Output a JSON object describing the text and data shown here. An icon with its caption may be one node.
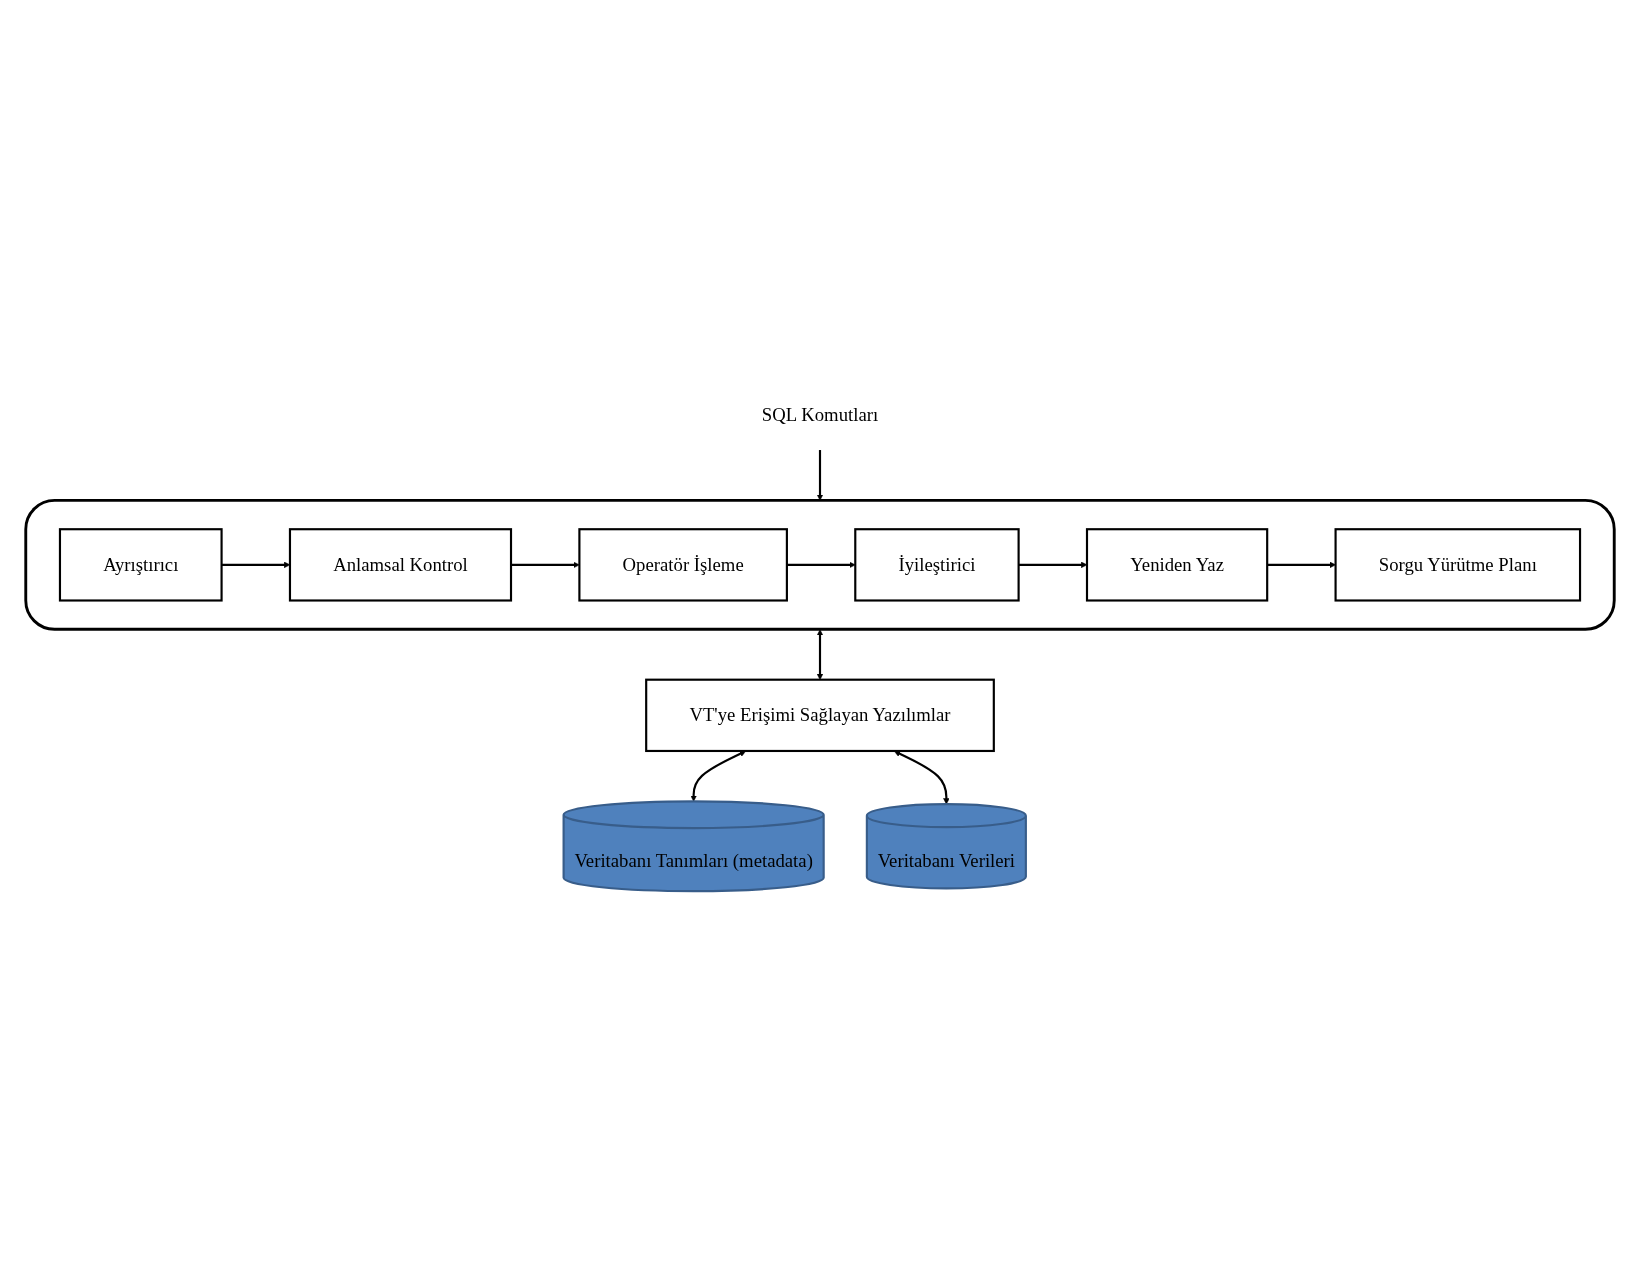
{
  "diagram": {
    "nodes": [
      {
        "text": [
          "SQL Komutları"
        ]
      },
      {
        "text": [],
        "shape": "box"
      },
      {
        "text": [
          "Ayrıştırıcı"
        ],
        "in": 1
      },
      {
        "text": [
          "Anlamsal Kontrol"
        ],
        "in": 1
      },
      {
        "text": [
          "İyileştirici"
        ],
        "in": 1
      },
      {
        "text": [
          "Operatör İşleme"
        ],
        "in": 1
      },
      {
        "text": [
          "Yeniden Yaz"
        ],
        "in": 1
      },
      {
        "text": [
          "Sorgu Yürütme Planı"
        ],
        "in": 1
      },
      {
        "text": [
          "VT'ye Erişimi Sağlayan Yazılımlar"
        ]
      },
      {
        "text": [
          "Veritabanı Tanımları (metadata)"
        ]
      },
      {
        "text": [
          "Veritabanı Verileri"
        ]
      }
    ],
    "edges": [
      {
        "from": 0,
        "to": 1,
        "arrow": "to"
      },
      {
        "from": 2,
        "to": 3,
        "arrow": "to"
      },
      {
        "from": 3,
        "to": 5,
        "arrow": "to"
      },
      {
        "from": 5,
        "to": 4,
        "arrow": "to"
      },
      {
        "from": 4,
        "to": 6,
        "arrow": "to"
      },
      {
        "from": 6,
        "to": 7,
        "arrow": "to"
      },
      {
        "from": 1,
        "to": 8,
        "arrow": "both"
      },
      {
        "from": 8,
        "to": 9,
        "arrow": "both"
      },
      {
        "from": 8,
        "to": 10,
        "arrow": "both"
      }
    ]
  }
}
